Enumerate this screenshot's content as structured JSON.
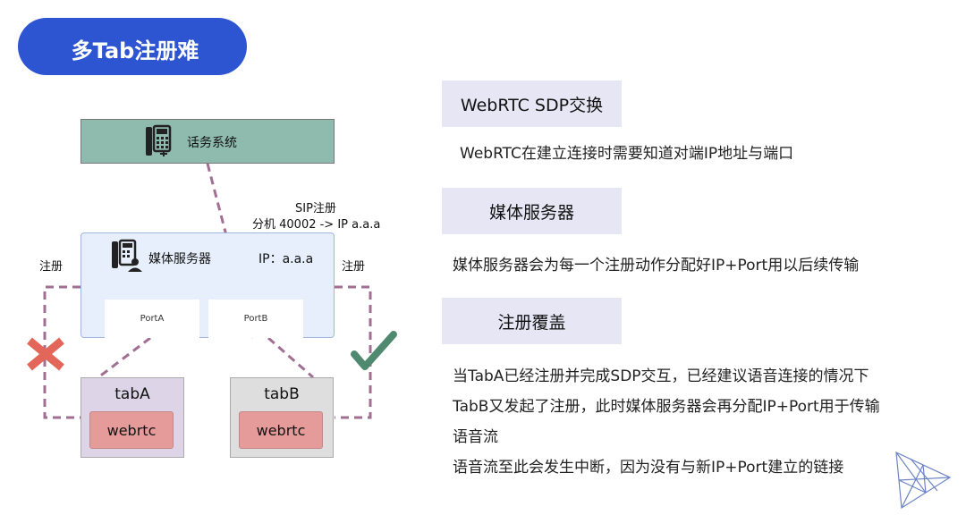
{
  "title": "多Tab注册难",
  "diagram": {
    "phone_system": "话务系统",
    "media_server": "媒体服务器",
    "ip_label": "IP：a.a.a",
    "port_a": "PortA",
    "port_b": "PortB",
    "sip_line1": "SIP注册",
    "sip_line2": "分机 40002 -> IP a.a.a",
    "register_left": "注册",
    "register_right": "注册",
    "tab_a": "tabA",
    "tab_b": "tabB",
    "webrtc_a": "webrtc",
    "webrtc_b": "webrtc",
    "colors": {
      "dash": "#a06f92",
      "cross": "#e2675a",
      "check": "#4f8a70"
    }
  },
  "sections": [
    {
      "heading": "WebRTC SDP交换",
      "lines": [
        "WebRTC在建立连接时需要知道对端IP地址与端口"
      ]
    },
    {
      "heading": "媒体服务器",
      "lines": [
        "媒体服务器会为每一个注册动作分配好IP+Port用以后续传输"
      ]
    },
    {
      "heading": "注册覆盖",
      "lines": [
        "当TabA已经注册并完成SDP交互，已经建议语音连接的情况下",
        "TabB又发起了注册，此时媒体服务器会再分配IP+Port用于传输",
        "语音流",
        "语音流至此会发生中断，因为没有与新IP+Port建立的链接"
      ]
    }
  ]
}
